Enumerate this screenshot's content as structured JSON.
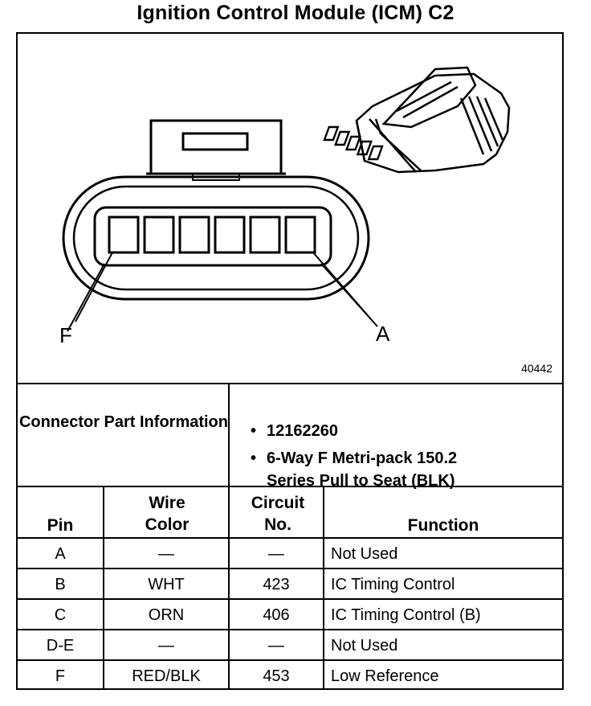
{
  "title": "Ignition Control Module (ICM) C2",
  "figure_number": "40442",
  "pin_labels": {
    "left": "F",
    "right": "A"
  },
  "connector_info": {
    "label": "Connector Part Information",
    "items": [
      "12162260",
      "6-Way F Metri-pack 150.2 Series Pull to Seat (BLK)"
    ]
  },
  "table": {
    "headers": {
      "pin": "Pin",
      "wire_color": "Wire Color",
      "circuit": "Circuit No.",
      "function": "Function"
    },
    "rows": [
      {
        "pin": "A",
        "wire_color": "—",
        "circuit": "—",
        "function": "Not Used"
      },
      {
        "pin": "B",
        "wire_color": "WHT",
        "circuit": "423",
        "function": "IC Timing Control"
      },
      {
        "pin": "C",
        "wire_color": "ORN",
        "circuit": "406",
        "function": "IC Timing Control (B)"
      },
      {
        "pin": "D-E",
        "wire_color": "—",
        "circuit": "—",
        "function": "Not Used"
      },
      {
        "pin": "F",
        "wire_color": "RED/BLK",
        "circuit": "453",
        "function": "Low Reference"
      }
    ]
  }
}
